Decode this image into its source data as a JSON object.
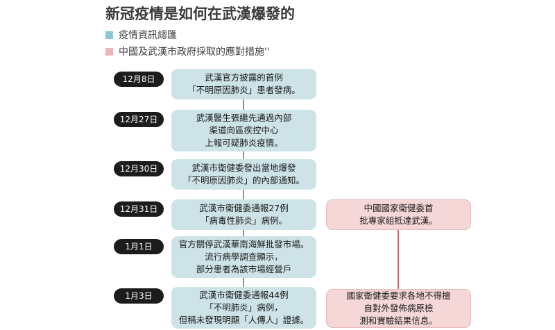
{
  "title": "新冠疫情是如何在武漢爆發的",
  "legend": [
    {
      "label": "疫情資訊總匯",
      "color": "#8ec6d3"
    },
    {
      "label": "中國及武漢市政府採取的應對措施''",
      "color": "#e9b5b6"
    }
  ],
  "events": [
    {
      "date": "12月8日",
      "text": "武漢官方披露的首例\n「不明原因肺炎」患者發病。"
    },
    {
      "date": "12月27日",
      "text": "武漢醫生張繼先通過內部\n渠道向區疾控中心\n上報可疑肺炎疫情。"
    },
    {
      "date": "12月30日",
      "text": "武漢市衛健委發出當地爆發\n「不明原因肺炎」的內部通知。"
    },
    {
      "date": "12月31日",
      "text": "武漢市衛健委通報27例\n「病毒性肺炎」病例。"
    },
    {
      "date": "1月1日",
      "text": "官方關停武漢華南海鮮批發市場。\n流行病學調查顯示，\n部分患者為該市場經營戶"
    },
    {
      "date": "1月3日",
      "text": "武漢市衛健委通報44例\n「不明肺炎」病例，\n但稱未發現明顯「人傳人」證據。"
    }
  ],
  "responses": [
    {
      "text": "中國國家衛健委首\n批專家組抵達武漢。"
    },
    {
      "text": "國家衛健委要求各地不得擅\n自對外發佈病原檢\n測和實驗結果信息。"
    }
  ],
  "colors": {
    "timeline": "#5fa3b3",
    "response_line": "#c96a6e",
    "event_box": "#cde3e7",
    "response_box": "#f5d7d8",
    "date_pill": "#1c1c1c"
  }
}
